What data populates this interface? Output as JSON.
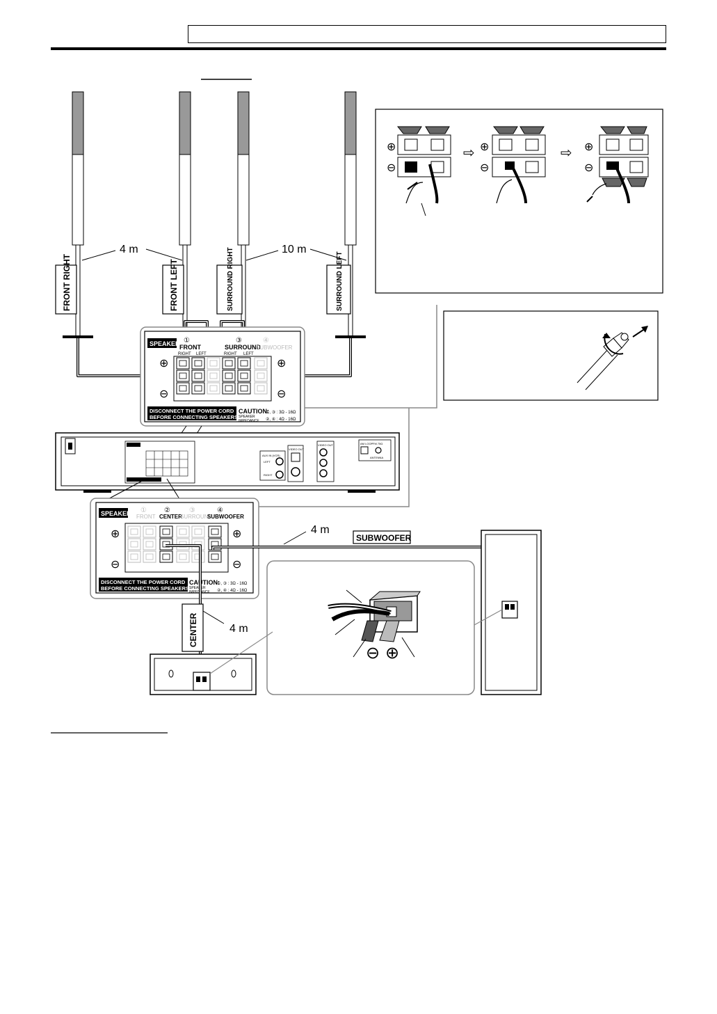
{
  "speakers": {
    "front_right": "FRONT RIGHT",
    "front_left": "FRONT LEFT",
    "surround_right": "SURROUND RIGHT",
    "surround_left": "SURROUND LEFT",
    "center": "CENTER",
    "subwoofer": "SUBWOOFER"
  },
  "cables": {
    "front_length": "4 m",
    "surround_length": "10 m",
    "subwoofer_length": "4 m",
    "center_length": "4 m"
  },
  "panel_top": {
    "header": "SPEAKERS",
    "ch1_number": "①",
    "ch1_name": "FRONT",
    "ch1_right": "RIGHT",
    "ch1_left": "LEFT",
    "ch2_number": "②",
    "ch2_name": "CENTER",
    "ch3_number": "③",
    "ch3_name": "SURROUND",
    "ch3_right": "RIGHT",
    "ch3_left": "LEFT",
    "ch4_number": "④",
    "ch4_name": "SUBWOOFER",
    "warning_line1": "DISCONNECT THE POWER CORD",
    "warning_line2": "BEFORE CONNECTING SPEAKERS",
    "caution_title": "CAUTION:",
    "caution_sub1": "SPEAKER",
    "caution_sub2": "IMPEDANCE",
    "impedance_13": "①, ③ : 3Ω - 16Ω",
    "impedance_24": "②, ④ : 4Ω - 16Ω"
  },
  "panel_bottom": {
    "header": "SPEAKERS"
  },
  "rear_unit": {
    "aux_label": "AUX IN (VCR)",
    "aux_left": "LEFT",
    "aux_right": "RIGHT",
    "video_out": "VIDEO OUT",
    "video_out2": "VIDEO OUT",
    "antenna": "AM LOOP",
    "fm_antenna": "FM 75Ω",
    "antenna_label": "ANTENNA"
  },
  "symbols": {
    "plus": "⊕",
    "minus": "⊖",
    "arrow": "⇨"
  }
}
